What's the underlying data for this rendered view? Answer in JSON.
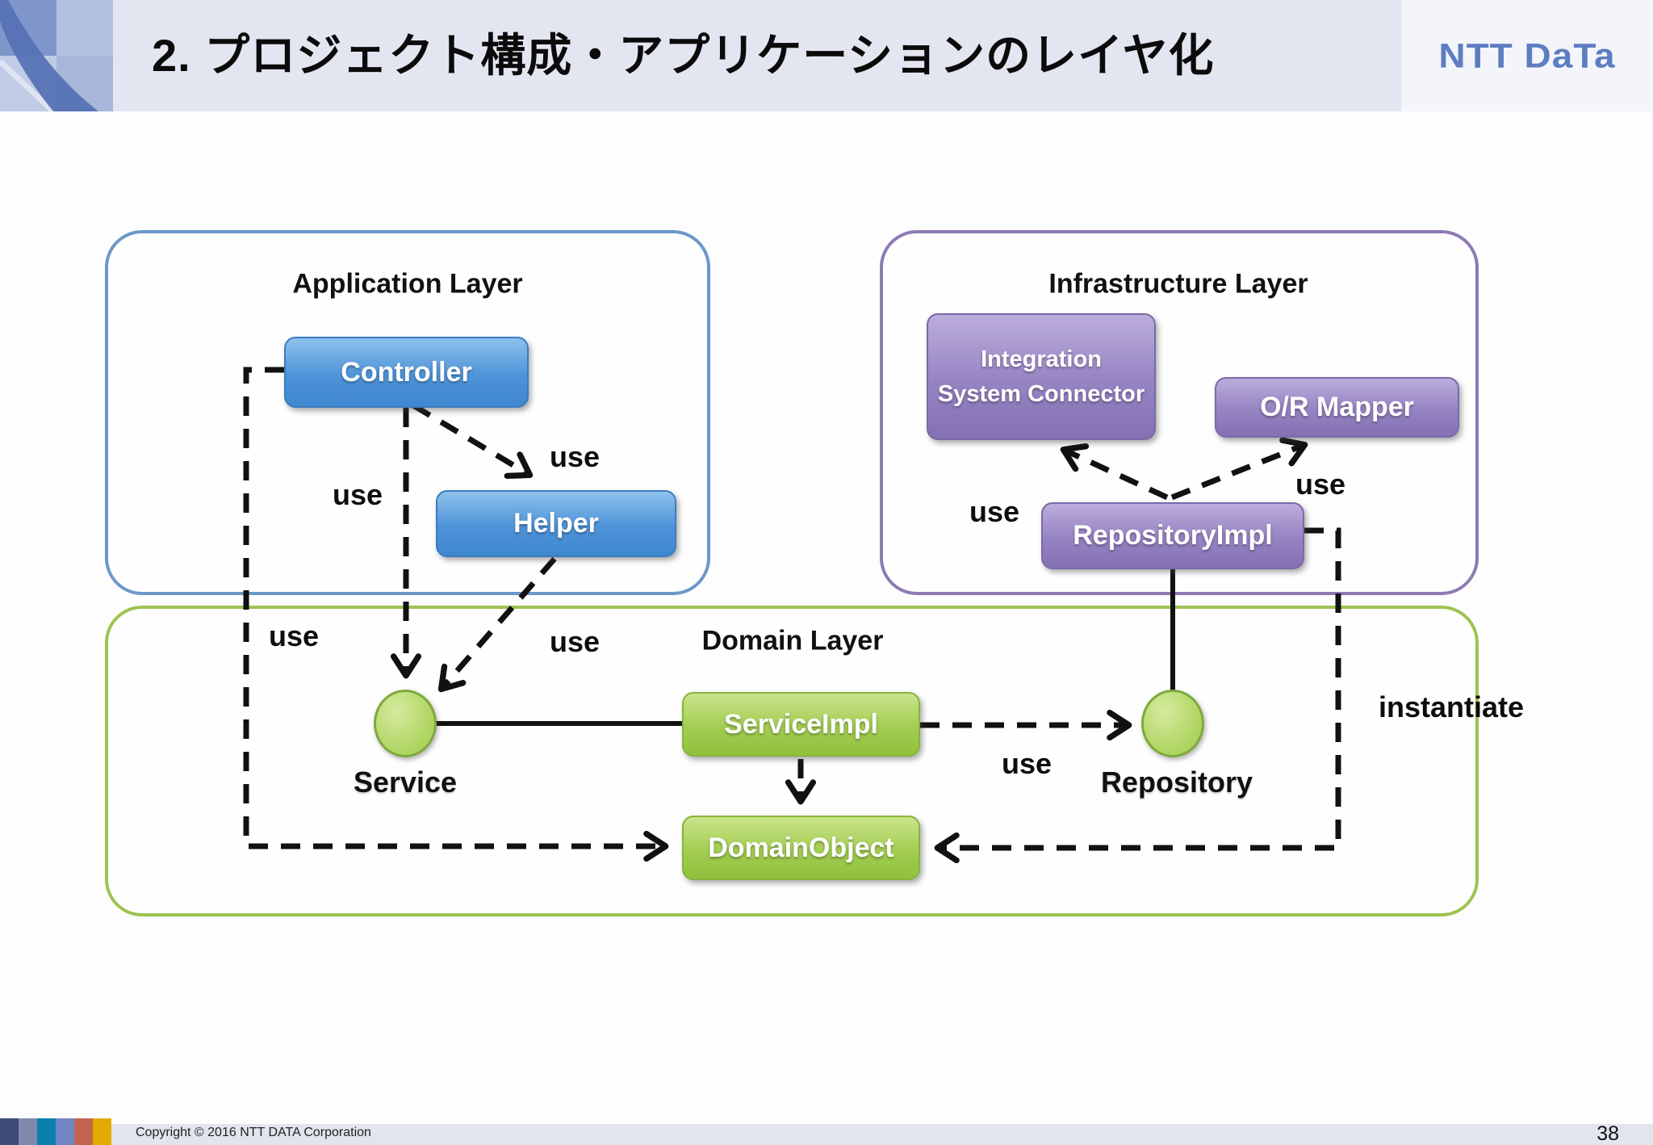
{
  "header": {
    "title": "2. プロジェクト構成・アプリケーションのレイヤ化",
    "logo_text": "NTT DaTa"
  },
  "footer": {
    "copyright": "Copyright © 2016 NTT DATA Corporation",
    "page_number": "38",
    "accent_squares": [
      "#3e4a78",
      "#8088ac",
      "#0c7fae",
      "#7287c5",
      "#c26450",
      "#e2ab00"
    ]
  },
  "diagram": {
    "layers": {
      "application": {
        "label": "Application Layer",
        "border_color": "#6b98c9"
      },
      "infrastructure": {
        "label": "Infrastructure Layer",
        "border_color": "#8d7ab5"
      },
      "domain": {
        "label": "Domain Layer",
        "border_color": "#9dc351"
      }
    },
    "nodes": {
      "controller": {
        "label": "Controller",
        "color": "#4e93d8"
      },
      "helper": {
        "label": "Helper",
        "color": "#4e93d8"
      },
      "integration_system_connector": {
        "label": "Integration System Connector",
        "color": "#8e7abc"
      },
      "or_mapper": {
        "label": "O/R Mapper",
        "color": "#8e7abc"
      },
      "repository_impl": {
        "label": "RepositoryImpl",
        "color": "#8e7abc"
      },
      "service_impl": {
        "label": "ServiceImpl",
        "color": "#94c440"
      },
      "domain_object": {
        "label": "DomainObject",
        "color": "#94c440"
      },
      "service": {
        "label": "Service",
        "color": "#a8d25c"
      },
      "repository": {
        "label": "Repository",
        "color": "#a8d25c"
      }
    },
    "edge_labels": {
      "use_controller_service": "use",
      "use_controller_helper": "use",
      "use_controller_domain_object": "use",
      "use_helper_service": "use",
      "use_service_impl_repository": "use",
      "use_repository_impl_connector": "use",
      "use_repository_impl_or_mapper": "use",
      "instantiate_repository_impl_domain_object": "instantiate"
    }
  }
}
